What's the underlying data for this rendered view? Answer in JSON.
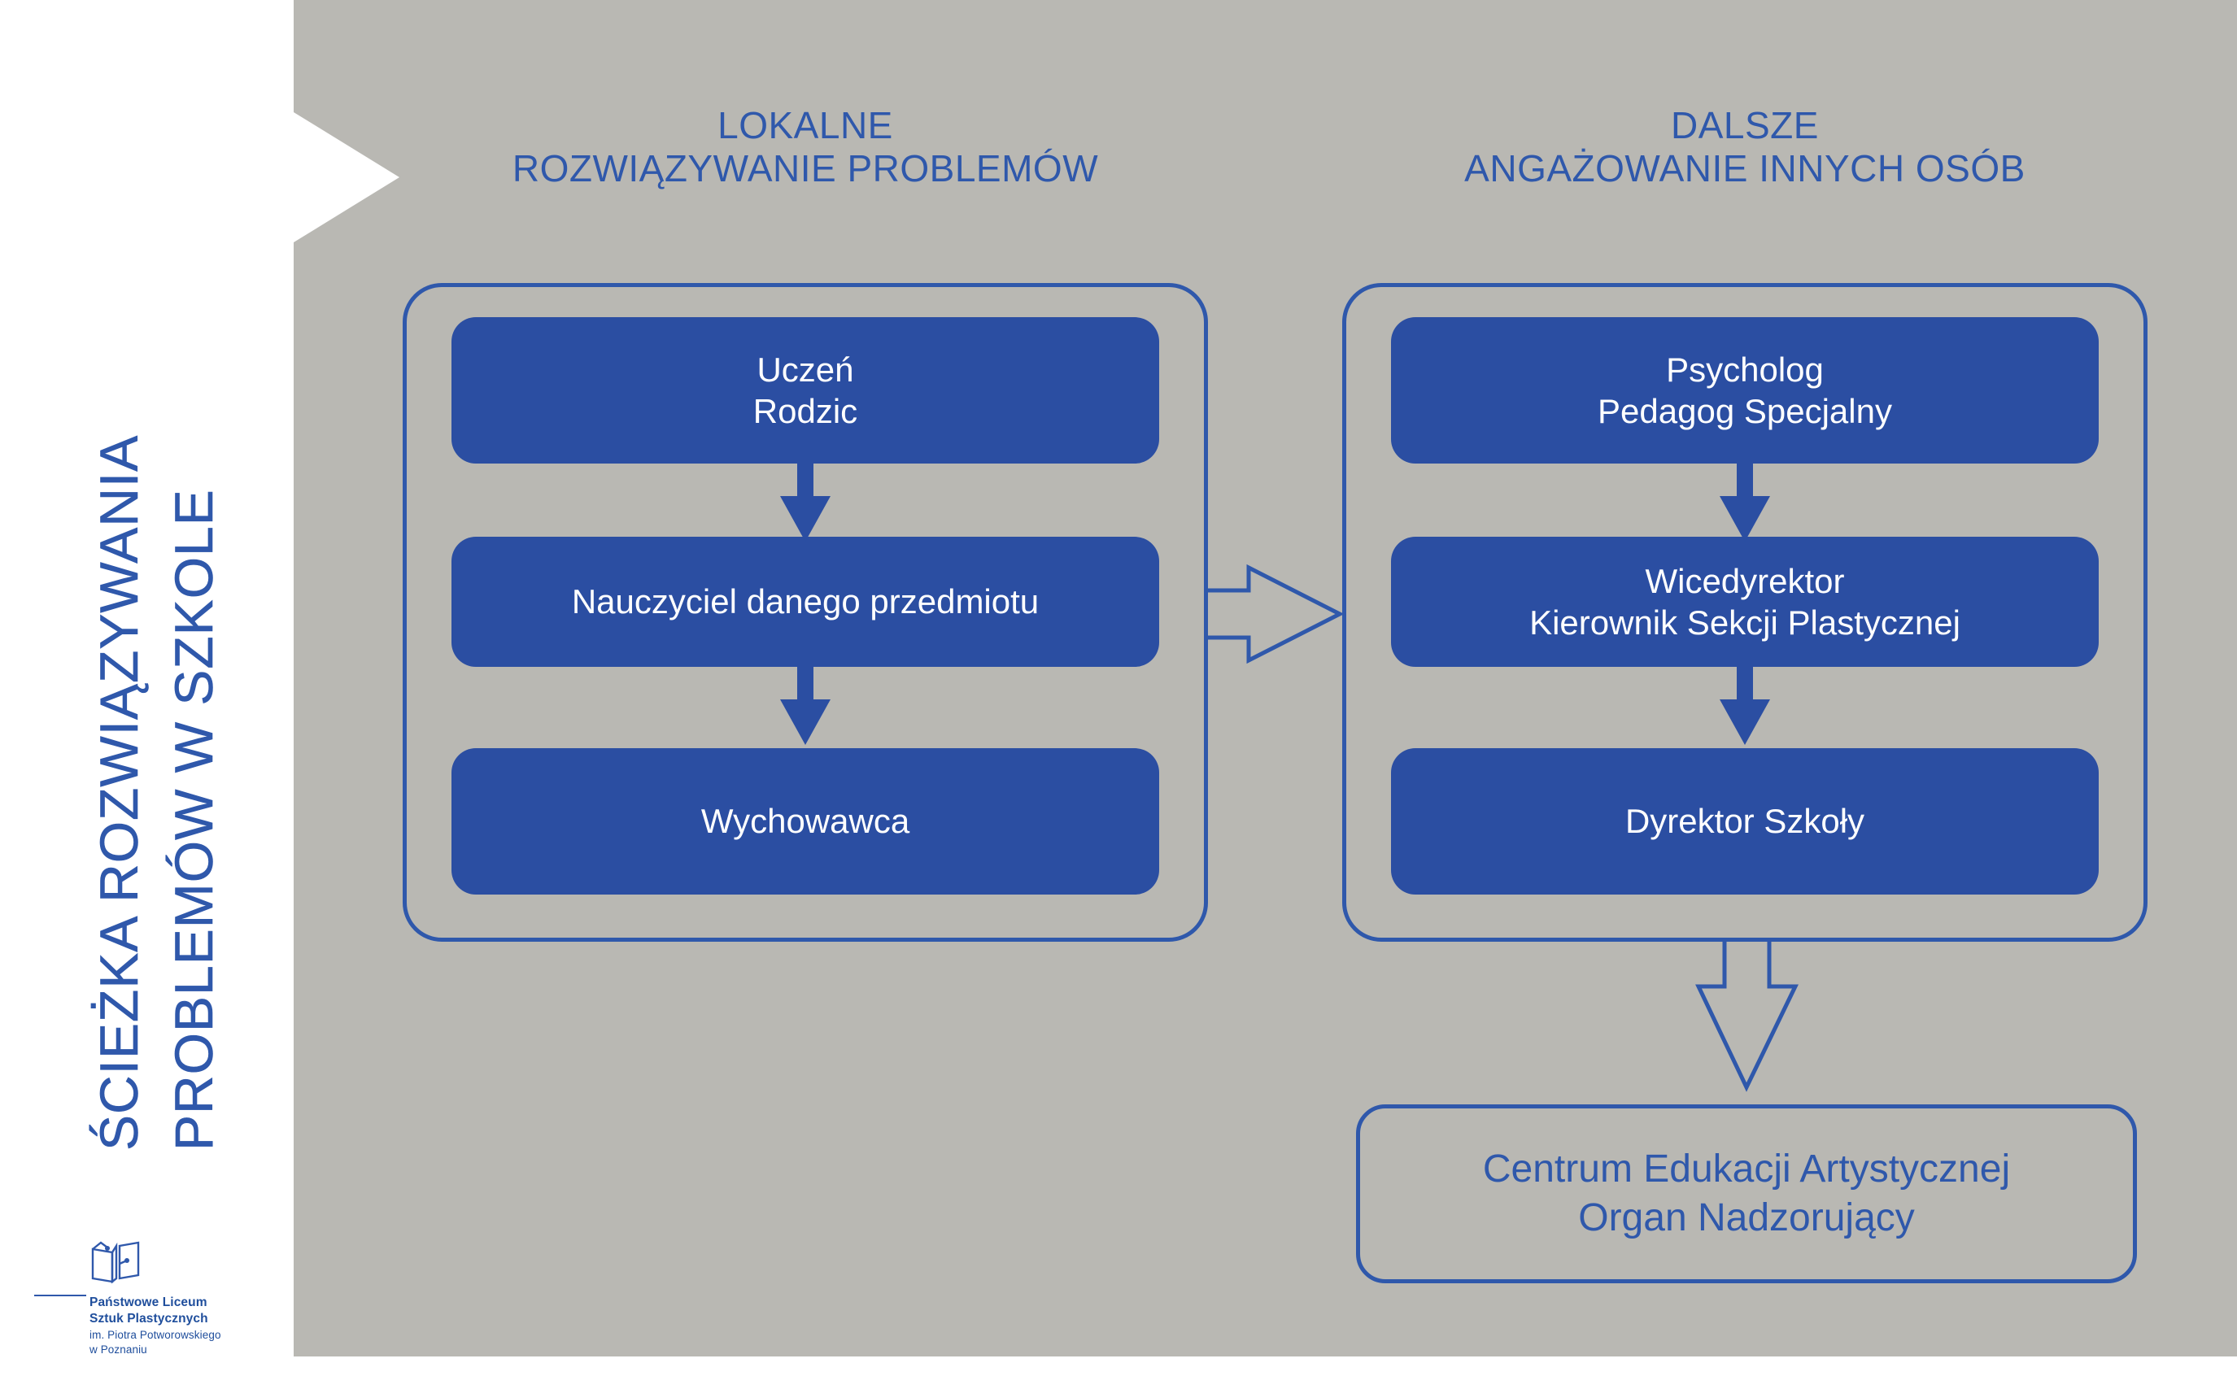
{
  "theme": {
    "panel_bg": "#b9b8b3",
    "page_bg": "#ffffff",
    "accent_blue": "#2f58ab",
    "node_fill": "#2b4ea2",
    "node_text": "#ffffff"
  },
  "vertical_title": {
    "line1": "ŚCIEŻKA ROZWIĄZYWANIA",
    "line2": "PROBLEMÓW W SZKOLE"
  },
  "logo": {
    "icon": "open-book-icon",
    "line1": "Państwowe Liceum",
    "line2": "Sztuk Plastycznych",
    "line3": "im. Piotra Potworowskiego",
    "line4": "w Poznaniu"
  },
  "columns": {
    "left": {
      "header_line1": "LOKALNE",
      "header_line2": "ROZWIĄZYWANIE PROBLEMÓW",
      "nodes": [
        {
          "line1": "Uczeń",
          "line2": "Rodzic"
        },
        {
          "line1": "Nauczyciel danego przedmiotu",
          "line2": ""
        },
        {
          "line1": "Wychowawca",
          "line2": ""
        }
      ]
    },
    "right": {
      "header_line1": "DALSZE",
      "header_line2": "ANGAŻOWANIE INNYCH OSÓB",
      "nodes": [
        {
          "line1": "Psycholog",
          "line2": "Pedagog Specjalny"
        },
        {
          "line1": "Wicedyrektor",
          "line2": "Kierownik Sekcji Plastycznej"
        },
        {
          "line1": "Dyrektor Szkoły",
          "line2": ""
        }
      ]
    }
  },
  "bottom_node": {
    "line1": "Centrum Edukacji Artystycznej",
    "line2": "Organ Nadzorujący"
  },
  "connectors": {
    "left_to_right": "arrow-right-outline-icon",
    "right_to_bottom": "arrow-down-outline-icon",
    "inline": "arrow-down-solid-icon"
  }
}
